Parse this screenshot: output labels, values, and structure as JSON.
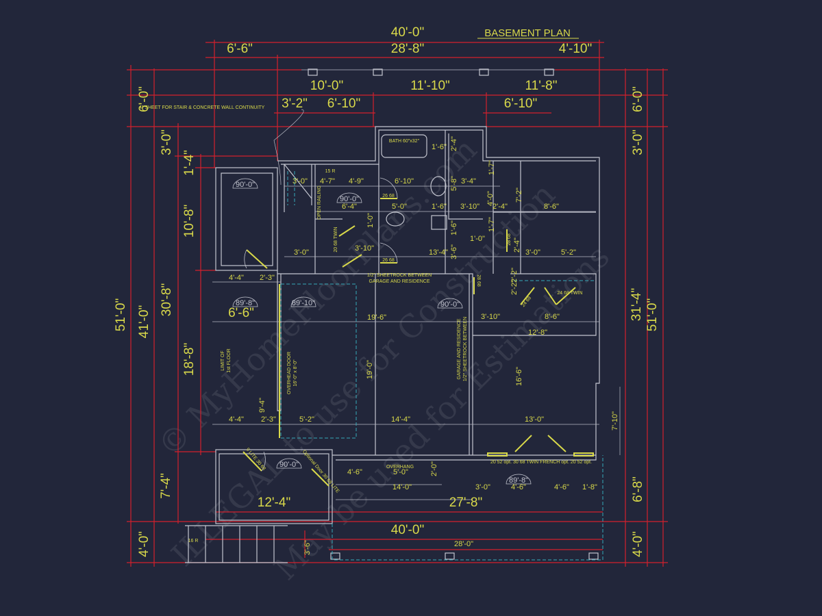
{
  "title": "BASEMENT PLAN",
  "note": "4\" SHEET FOR STAIR & CONCRETE WALL CONTINUITY",
  "top_dims": [
    "40'-0\"",
    "6'-6\"",
    "28'-8\"",
    "4'-10\"",
    "10'-0\"",
    "11'-10\"",
    "11'-8\"",
    "3'-2\"",
    "6'-10\"",
    "6'-10\""
  ],
  "left_dims": [
    "6'-0\"",
    "3'-0\"",
    "1'-4\"",
    "10'-8\"",
    "30'-8\"",
    "51'-0\"",
    "41'-0\"",
    "18'-8\"",
    "7'-4\"",
    "4'-0\""
  ],
  "right_dims": [
    "6'-0\"",
    "3'-0\"",
    "31'-4\"",
    "51'-0\"",
    "6'-8\"",
    "4'-0\"",
    "7'-10\""
  ],
  "bottom_dims": [
    "12'-4\"",
    "27'-8\"",
    "40'-0\"",
    "28'-0\"",
    "3'-6\""
  ],
  "room_dims": [
    "3'-0\"",
    "4'-7\"",
    "4'-9\"",
    "6'-10\"",
    "6'-4\"",
    "5'-0\"",
    "3'-0\"",
    "3'-10\"",
    "13'-4\"",
    "3'-6\"",
    "1'-0\"",
    "1'-6\"",
    "2'-4\"",
    "5'-8\"",
    "3'-4\"",
    "1'-6\"",
    "3'-10\"",
    "1'-6\"",
    "1'-7\"",
    "4'-0\"",
    "2'-4\"",
    "7'-2\"",
    "8'-6\"",
    "1'-7\"",
    "1'-0\"",
    "2'-4\"",
    "3'-0\"",
    "5'-2\"",
    "2'-2\"",
    "2'-2\"",
    "3'-10\"",
    "8'-6\"",
    "12'-8\"",
    "4'-4\"",
    "2'-3\"",
    "6'-6\"",
    "19'-6\"",
    "19'-0\"",
    "16'-6\"",
    "13'-0\"",
    "14'-4\"",
    "5'-2\"",
    "4'-4\"",
    "2'-3\"",
    "9'-4\"",
    "4'-6\"",
    "5'-0\"",
    "2'-0\"",
    "14'-0\"",
    "3'-0\"",
    "4'-6\"",
    "4'-6\"",
    "1'-8\""
  ],
  "angles": [
    "90'-0\"",
    "90'-0\"",
    "89'-8\"",
    "89'-10\"",
    "90'-0\"",
    "90'-0\"",
    "89'-8\""
  ],
  "tags": {
    "stair_risers_top": "15 R",
    "open_railing": "OPEN RAILING",
    "bath": "BATH 60\"x32\"",
    "door_26_68_a": "26 68",
    "door_26_68_b": "26 68",
    "door_20_68_twin": "20 68 TWIN",
    "door_28_68_a": "28 68",
    "door_28_68_b": "28 68",
    "door_24_68_twin": "24 68 TWIN",
    "door_24_68": "24 68",
    "sheetrock_1": "1/2\" SHEETROCK BETWEEN",
    "sheetrock_2": "GARAGE AND RESIDENCE",
    "sheetrock_v1": "GARAGE AND RESIDENCE",
    "sheetrock_v2": "1/2\" SHEETROCK BETWEEN",
    "limit_1": "LIMIT OF",
    "limit_2": "1st FLOOR",
    "overhead_1": "OVERHEAD DOOR",
    "overhead_2": "16'-0\" x 8'-0\"",
    "door_9lite": "9 LITE 30 68",
    "optional_door": "Optional Door 30 68 LITE",
    "overhang": "OVERHANG",
    "french": "20 52 opt.  30 68 TWIN FRENCH  opt. 20 52 opt.",
    "stair_risers_bottom": "16 R"
  },
  "watermark": [
    "© MyHomeFloorPlans.com",
    "ILLEGAL to use for Construction",
    "May be used for Estimations"
  ],
  "colors": {
    "background": "#22263a",
    "dimension": "#d4202c",
    "text": "#d9d94a",
    "wall": "#c4c6d0",
    "hidden": "#35a9b9"
  }
}
